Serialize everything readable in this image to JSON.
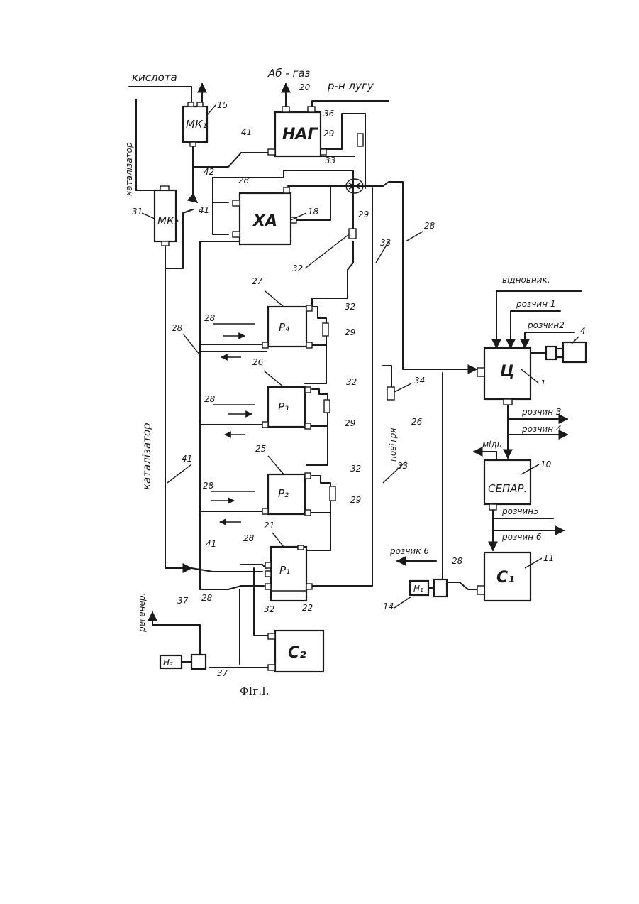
{
  "caption": "ФIг.I.",
  "units": {
    "NAG": "НАГ",
    "XA": "ХА",
    "MK1": "МК₁",
    "MK2": "МК₂",
    "P4": "Р₄",
    "P3": "Р₃",
    "P2": "Р₂",
    "P1": "Р₁",
    "C2": "С₂",
    "C1": "С₁",
    "TS": "Ц",
    "SEPAR": "СЕПАР.",
    "H1": "Н₁",
    "H2": "Н₂"
  },
  "labels": {
    "kyslota": "кислота",
    "ab_gaz": "Аб - газ",
    "r_n_lugu": "р-н лугу",
    "katalizator_top": "каталізатор",
    "katalizator_mid": "каталізатор",
    "vidnovnyk": "відновник.",
    "rozchyn1": "розчин 1",
    "rozchyn2": "розчин2",
    "rozchyn3": "розчин 3",
    "rozchyn4": "розчин 4",
    "mid": "мідь",
    "rozchyn5": "розчин5",
    "rozchyn6a": "розчин 6",
    "rozchyn6b": "розчик 6",
    "povitria": "повітря",
    "regener": "регенер."
  },
  "numbers": {
    "n15": "15",
    "n20": "20",
    "n36": "36",
    "n29a": "29",
    "n41a": "41",
    "n33a": "33",
    "n42": "42",
    "n28a": "28",
    "n31": "31",
    "n41b": "41",
    "n18": "18",
    "n29b": "29",
    "n32a": "32",
    "n33b": "33",
    "n28top": "28",
    "n27": "27",
    "n32b": "32",
    "n28b": "28",
    "n28c": "28",
    "n29c": "29",
    "n26": "26",
    "n32c": "32",
    "n28d": "28",
    "n29d": "29",
    "n34": "34",
    "n25": "25",
    "n32d": "32",
    "n41c": "41",
    "n28e": "28",
    "n29e": "29",
    "n33c": "33",
    "n21": "21",
    "n41d": "41",
    "n28f": "28",
    "n28g": "28",
    "n32e": "32",
    "n22": "22",
    "n37a": "37",
    "n37b": "37",
    "n26b": "26",
    "n28h": "28",
    "n14": "14",
    "n4": "4",
    "n1": "1",
    "n10": "10",
    "n11": "11"
  }
}
